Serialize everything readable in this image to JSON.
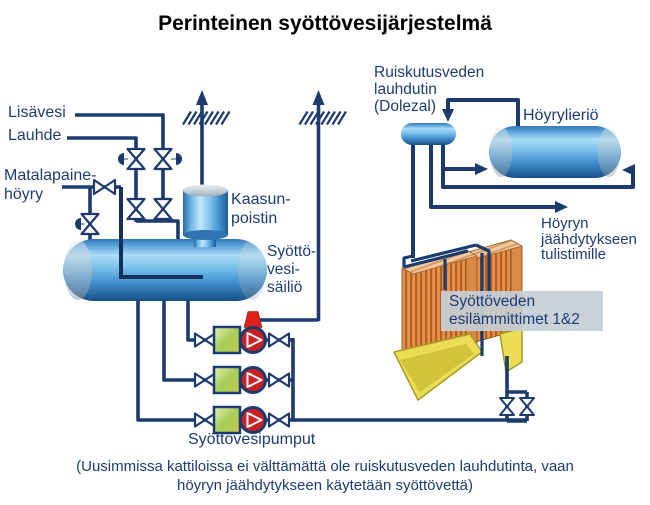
{
  "title": "Perinteinen syöttövesijärjestelmä",
  "labels": {
    "lisavesi": "Lisävesi",
    "lauhde": "Lauhde",
    "matalapaine_hoyry": [
      "Matalapaine-",
      "höyry"
    ],
    "kaasunpoistin": [
      "Kaasun-",
      "poistin"
    ],
    "syottovesisailio": [
      "Syöttö-",
      "vesi-",
      "säiliö"
    ],
    "ruiskutusveden_lauhdutin": [
      "Ruiskutusveden",
      "lauhdutin",
      "(Dolezal)"
    ],
    "hoyrylierio": "Höyrylieriö",
    "hoyryn_jaahdytykseen": [
      "Höyryn",
      "jäähdytykseen",
      "tulistimille"
    ],
    "esilammittimet": [
      "Syöttöveden",
      "esilämmittimet 1&2"
    ],
    "syottovesipumput": "Syöttövesipumput"
  },
  "caption": [
    "(Uusimmissa kattiloissa ei välttämättä ole ruiskutusveden lauhdutinta, vaan",
    "höyryn jäähdytykseen käytetään syöttövettä)"
  ],
  "colors": {
    "pipe_navy": "#1c3a6e",
    "text_navy": "#1d3c72",
    "vessel_blue_light": "#aadcf6",
    "vessel_blue_dark": "#155088",
    "pump_red": "#c92026",
    "safety_red": "#df1f1a",
    "strainer_green": "#a6cd58",
    "economizer_orange": "#e5934c",
    "hopper_yellow": "#eadd55",
    "label_box_gray": "#c5ced6"
  }
}
